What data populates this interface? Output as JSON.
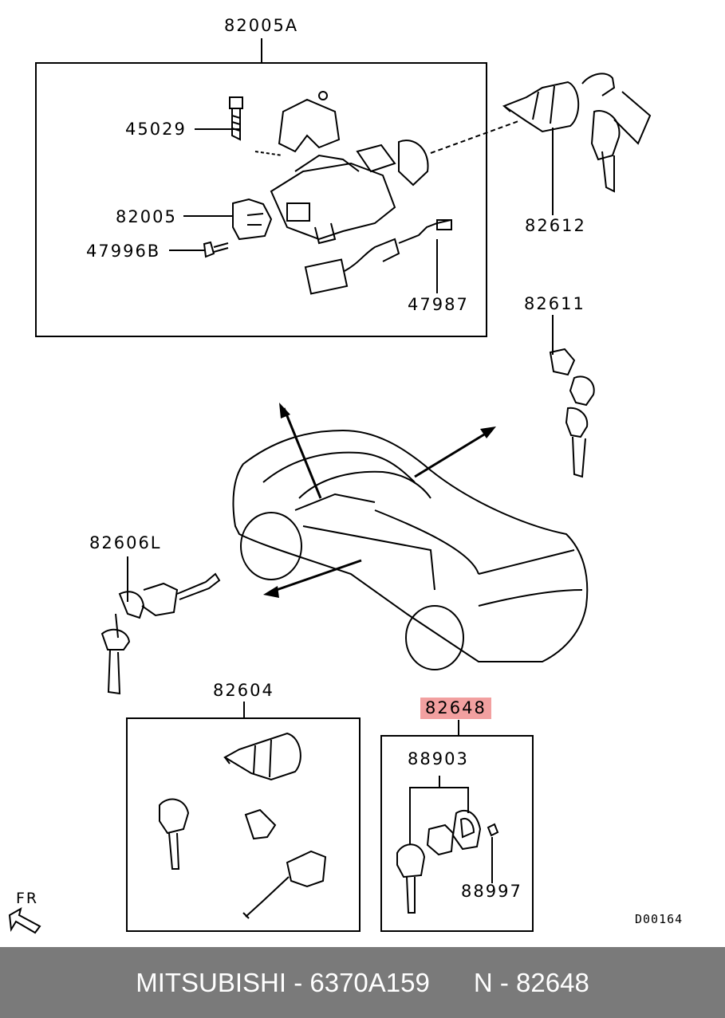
{
  "labels": {
    "assembly_main": "82005A",
    "part_45029": "45029",
    "part_82005": "82005",
    "part_47996b": "47996B",
    "part_47987": "47987",
    "part_82612": "82612",
    "part_82611": "82611",
    "part_82606l": "82606L",
    "part_82604": "82604",
    "part_82648": "82648",
    "part_88903": "88903",
    "part_88997": "88997",
    "front_marker": "FR",
    "drawing_code": "D00164"
  },
  "highlight_color": "#f2a0a0",
  "footer": {
    "text": "MITSUBISHI - 6370A159      N - 82648",
    "background": "#7a7a7a"
  }
}
